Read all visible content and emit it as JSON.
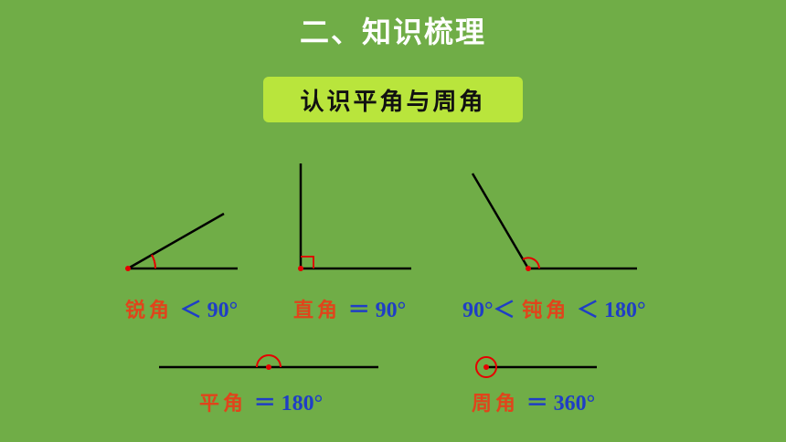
{
  "title": "二、知识梳理",
  "section_box": "认识平角与周角",
  "colors": {
    "background": "#70ad47",
    "box": "#b9e53c",
    "name_text": "#e0441b",
    "relation_text": "#1f3ec6",
    "vertex": "#e60000"
  },
  "angles": {
    "acute": {
      "name": "锐角",
      "relation": "＜ 90°"
    },
    "right": {
      "name": "直角",
      "relation": "＝ 90°"
    },
    "obtuse": {
      "prefix": "90°＜",
      "name": "钝角",
      "relation": "＜ 180°"
    },
    "straight": {
      "name": "平角",
      "relation": "＝ 180°"
    },
    "full": {
      "name": "周角",
      "relation": "＝ 360°"
    }
  }
}
